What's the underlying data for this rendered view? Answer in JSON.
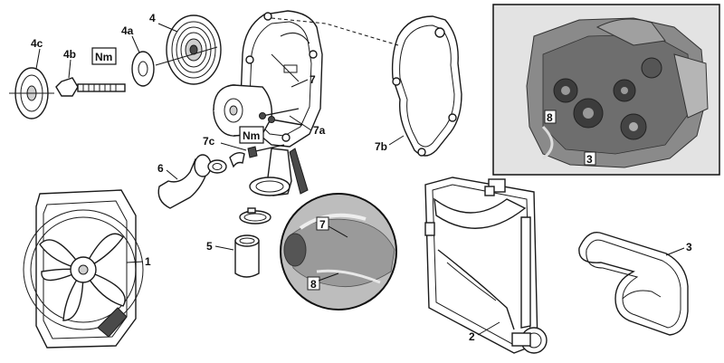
{
  "labels": {
    "l4c": "4c",
    "l4b": "4b",
    "l4a": "4a",
    "l4": "4",
    "l7": "7",
    "l7a": "7a",
    "l7b": "7b",
    "l7c": "7c",
    "l6": "6",
    "l5": "5",
    "l1": "1",
    "l2": "2",
    "l3": "3"
  },
  "torque_badges": {
    "badge1": "Nm",
    "badge2": "Nm"
  },
  "detail_inset": {
    "l7": "7",
    "l8": "8"
  },
  "engine_photo": {
    "l8": "8",
    "l3": "3"
  },
  "colors": {
    "line": "#1a1a1a",
    "photo_frame_bg": "#d6d6d6",
    "inset_bg": "#b8b8b8"
  }
}
